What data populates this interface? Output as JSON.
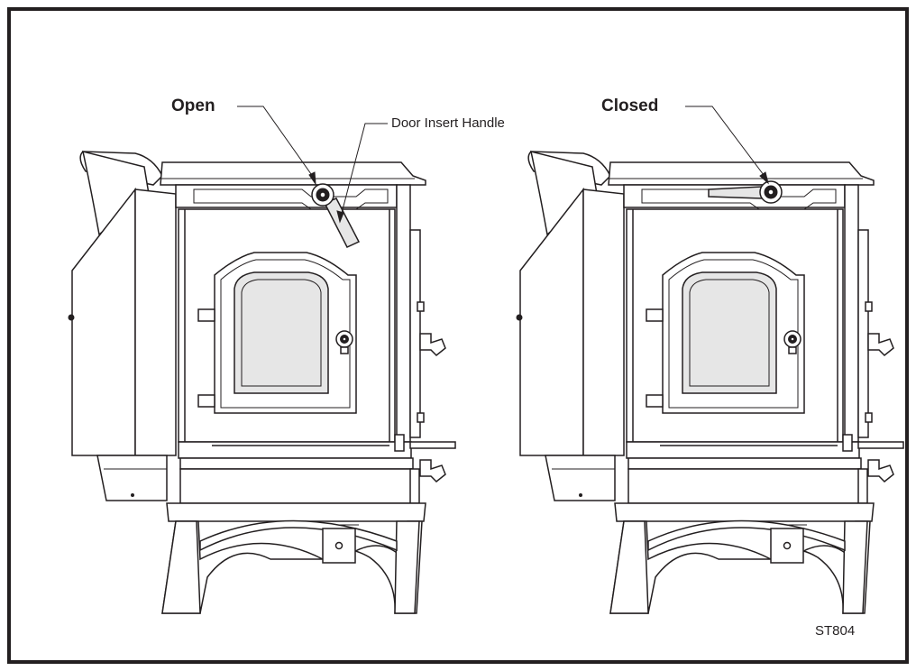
{
  "labels": {
    "open": "Open",
    "closed": "Closed",
    "door_insert_handle": "Door Insert Handle",
    "figure_code": "ST804"
  }
}
